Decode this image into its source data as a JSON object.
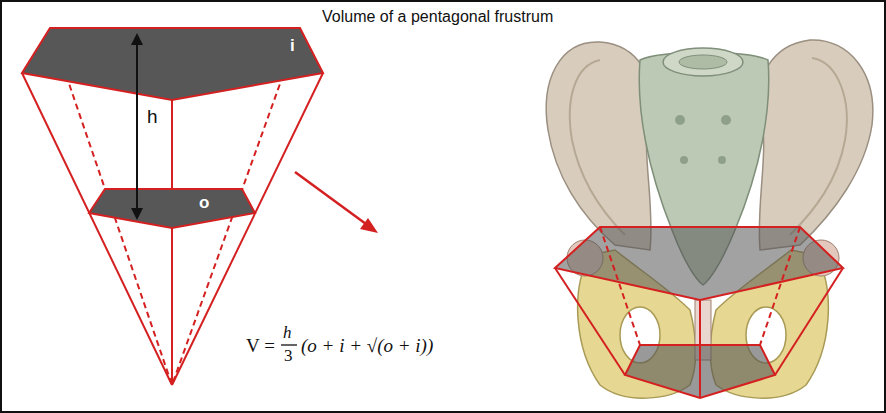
{
  "diagram": {
    "title": "Volume of a pentagonal frustrum",
    "nodes": [
      {
        "text": [
          "i"
        ]
      },
      {
        "text": [
          "o"
        ]
      }
    ],
    "labels": [
      "h",
      "V =",
      "h",
      "3",
      "(o + i + √(o + i))"
    ]
  }
}
